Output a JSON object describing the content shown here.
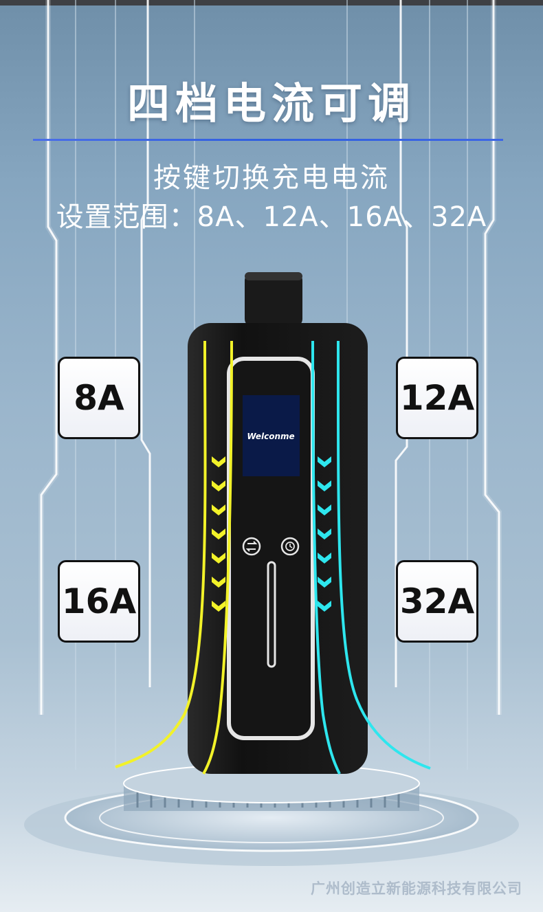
{
  "heading": {
    "title": "四档电流可调"
  },
  "description": {
    "line1": "按键切换充电电流",
    "line2": "设置范围：8A、12A、16A、32A"
  },
  "current_badges": [
    "8A",
    "12A",
    "16A",
    "32A"
  ],
  "device": {
    "screen_text": "Welconme",
    "buttons": [
      "switch-icon",
      "clock-icon"
    ]
  },
  "footer": {
    "company": "广州创造立新能源科技有限公司"
  },
  "colors": {
    "title_divider": "#2f5fe0",
    "yellow_line": "#f2f229",
    "cyan_line": "#2ee6ee",
    "device_body": "#141414",
    "screen": "#0a1a48"
  }
}
